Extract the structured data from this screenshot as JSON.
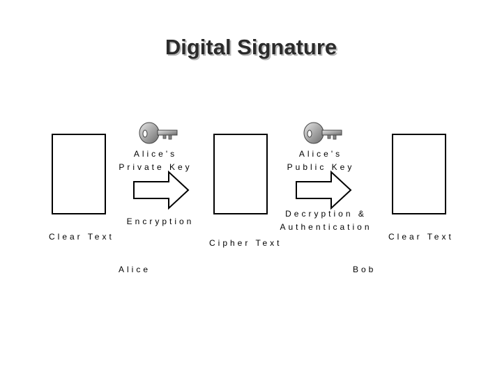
{
  "title": "Digital Signature",
  "documents": [
    {
      "label": "Clear Text"
    },
    {
      "label": "Cipher Text"
    },
    {
      "label": "Clear Text"
    }
  ],
  "steps": [
    {
      "key_label_line1": "Alice's",
      "key_label_line2": "Private Key",
      "operation": "Encryption",
      "party": "Alice",
      "key_icon": "key-icon"
    },
    {
      "key_label_line1": "Alice's",
      "key_label_line2": "Public Key",
      "operation_line1": "Decryption &",
      "operation_line2": "Authentication",
      "party": "Bob",
      "key_icon": "key-icon"
    }
  ]
}
